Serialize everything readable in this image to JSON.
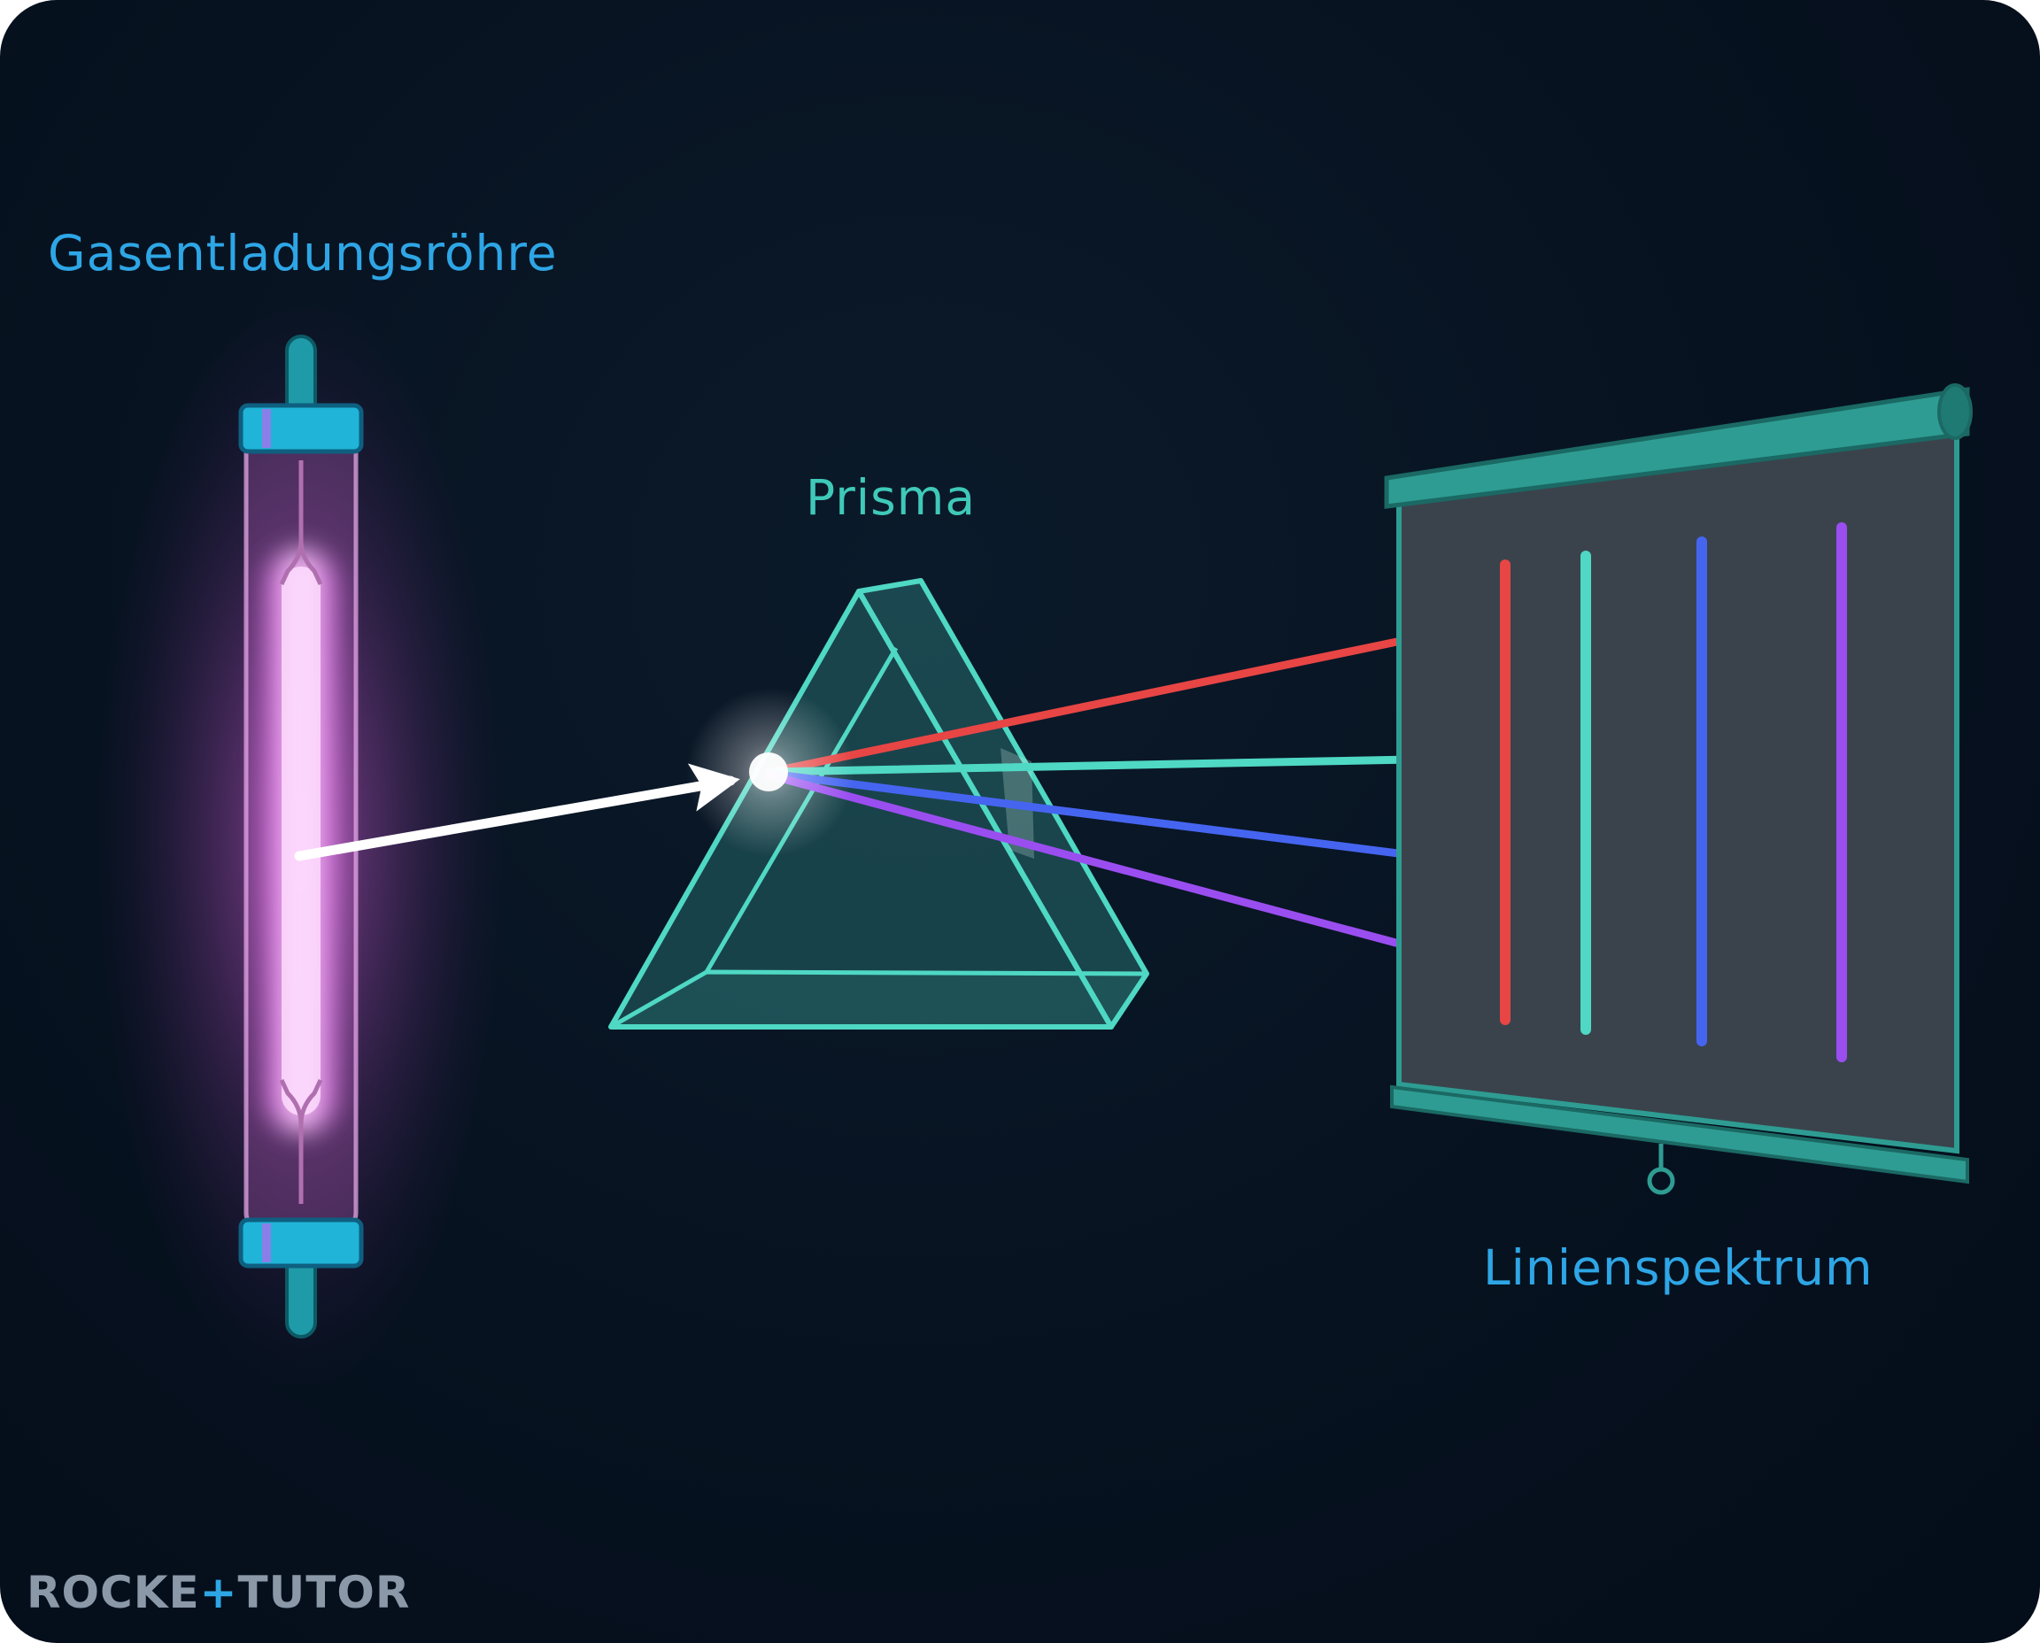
{
  "labels": {
    "tube": "Gasentladungsröhre",
    "prism": "Prisma",
    "spectrum": "Linienspektrum"
  },
  "brand": {
    "left": "ROCKE",
    "plus": "+",
    "right": "TUTOR"
  },
  "colors": {
    "background": "#061321",
    "tube_glow": "#e05fe0",
    "tube_cap": "#1fb4d8",
    "prism_outline": "#4fd8c4",
    "screen": "#3a434c",
    "screen_frame": "#2e9c92",
    "incident_beam": "#ffffff",
    "line_red": "#e84545",
    "line_teal": "#4fd8c4",
    "line_blue": "#4565f0",
    "line_violet": "#9a4ef0"
  },
  "spectral_lines": [
    "red",
    "teal",
    "blue",
    "violet"
  ]
}
